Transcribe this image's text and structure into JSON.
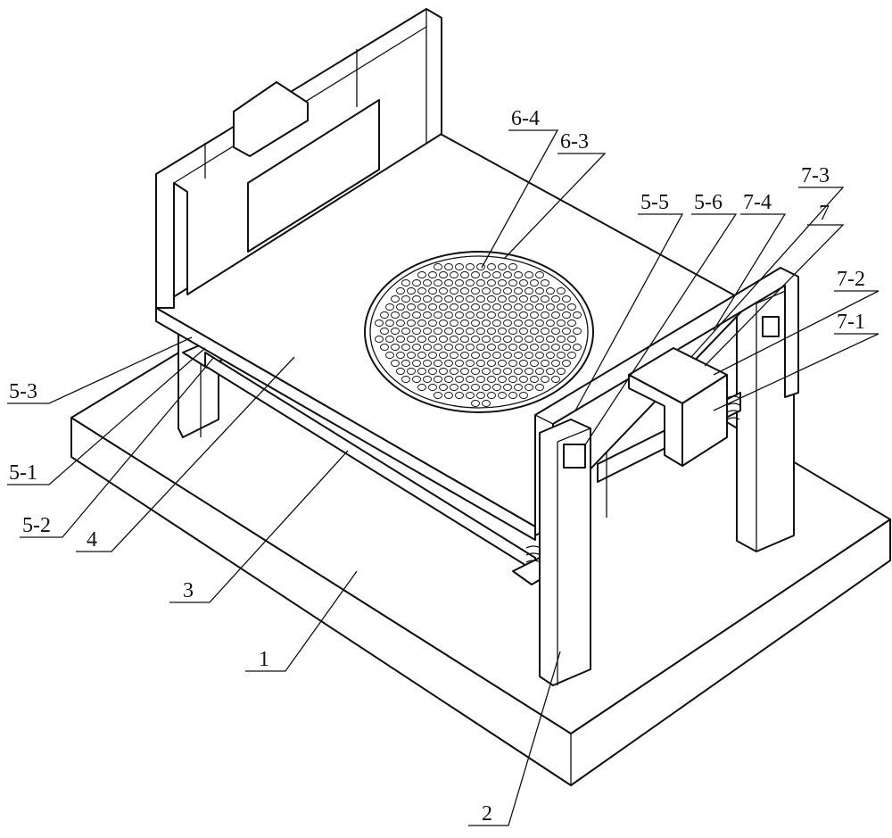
{
  "figure": {
    "labels": {
      "l6_4": "6-4",
      "l6_3": "6-3",
      "l5_5": "5-5",
      "l5_6": "5-6",
      "l7_4": "7-4",
      "l7_3": "7-3",
      "l7": "7",
      "l7_2": "7-2",
      "l7_1": "7-1",
      "l5_3": "5-3",
      "l5_1": "5-1",
      "l5_2": "5-2",
      "l4": "4",
      "l3": "3",
      "l1": "1",
      "l2": "2"
    }
  }
}
